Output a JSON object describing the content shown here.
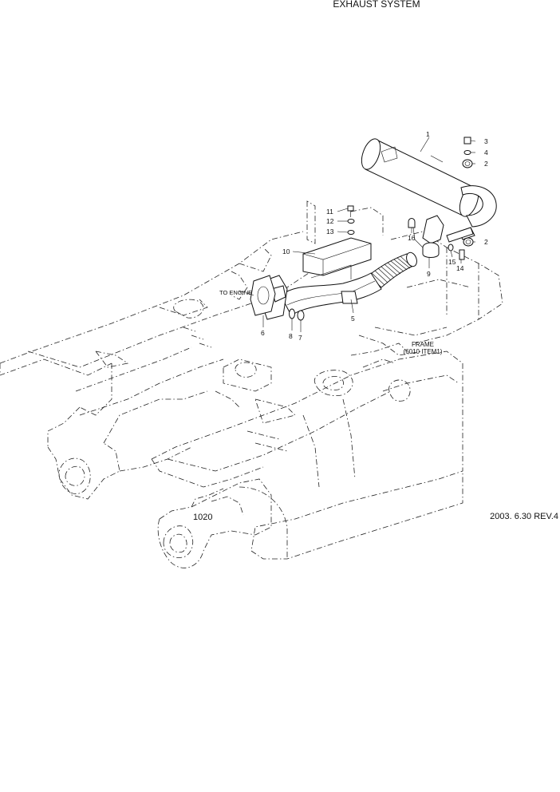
{
  "title": "EXHAUST SYSTEM",
  "revision": "2003. 6.30 REV.4",
  "assembly_number": "1020",
  "callouts": [
    {
      "id": "c1",
      "label": "1"
    },
    {
      "id": "c2a",
      "label": "2"
    },
    {
      "id": "c2b",
      "label": "2"
    },
    {
      "id": "c3",
      "label": "3"
    },
    {
      "id": "c4",
      "label": "4"
    },
    {
      "id": "c5",
      "label": "5"
    },
    {
      "id": "c6",
      "label": "6"
    },
    {
      "id": "c7",
      "label": "7"
    },
    {
      "id": "c8",
      "label": "8"
    },
    {
      "id": "c9",
      "label": "9"
    },
    {
      "id": "c10",
      "label": "10"
    },
    {
      "id": "c11",
      "label": "11"
    },
    {
      "id": "c12",
      "label": "12"
    },
    {
      "id": "c13",
      "label": "13"
    },
    {
      "id": "c14",
      "label": "14"
    },
    {
      "id": "c15",
      "label": "15"
    },
    {
      "id": "c16",
      "label": "16"
    }
  ],
  "notes": {
    "to_engine": "TO ENGINE",
    "frame_line1": "FRAME",
    "frame_line2": "(6010 ITEM1)"
  }
}
